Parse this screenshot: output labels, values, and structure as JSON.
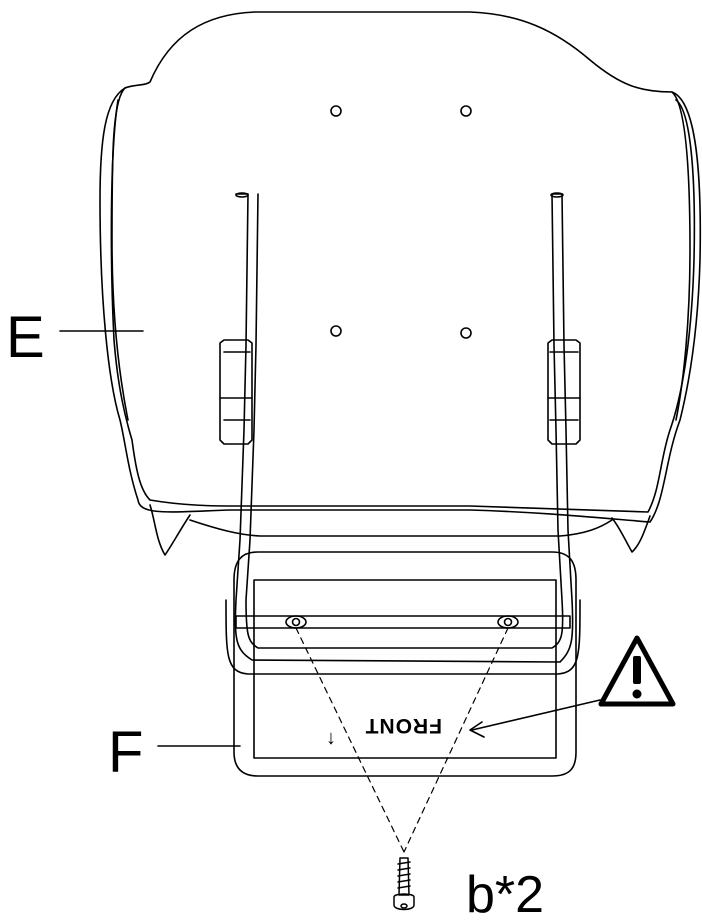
{
  "labels": {
    "part_e": "E",
    "part_f": "F",
    "front_text": "FRONT",
    "front_arrow": "↓",
    "screw_quantity": "b*2"
  },
  "icons": {
    "warning": "warning-triangle-icon",
    "screw": "screw-icon"
  },
  "colors": {
    "line": "#000000",
    "background": "#ffffff"
  }
}
